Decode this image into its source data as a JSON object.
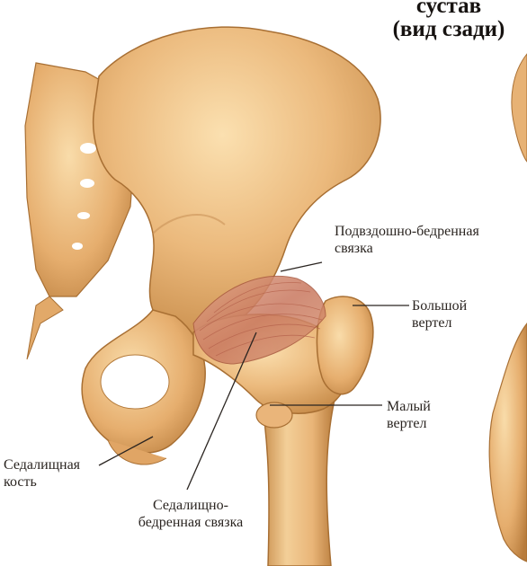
{
  "title": {
    "line1": "сустав",
    "line2": "(вид сзади)"
  },
  "labels": {
    "iliofemoral_line1": "Подвздошно-бедренная",
    "iliofemoral_line2": "связка",
    "greater_trochanter_line1": "Большой",
    "greater_trochanter_line2": "вертел",
    "lesser_trochanter_line1": "Малый",
    "lesser_trochanter_line2": "вертел",
    "ischium_line1": "Седалищная",
    "ischium_line2": "кость",
    "ischiofemoral_line1": "Седалищно-",
    "ischiofemoral_line2": "бедренная связка"
  },
  "colors": {
    "background": "#ffffff",
    "bone": "#e9b578",
    "bone_light": "#f8d9a6",
    "bone_shadow": "#b9823f",
    "ligament": "#c97a64",
    "text": "#161210"
  }
}
